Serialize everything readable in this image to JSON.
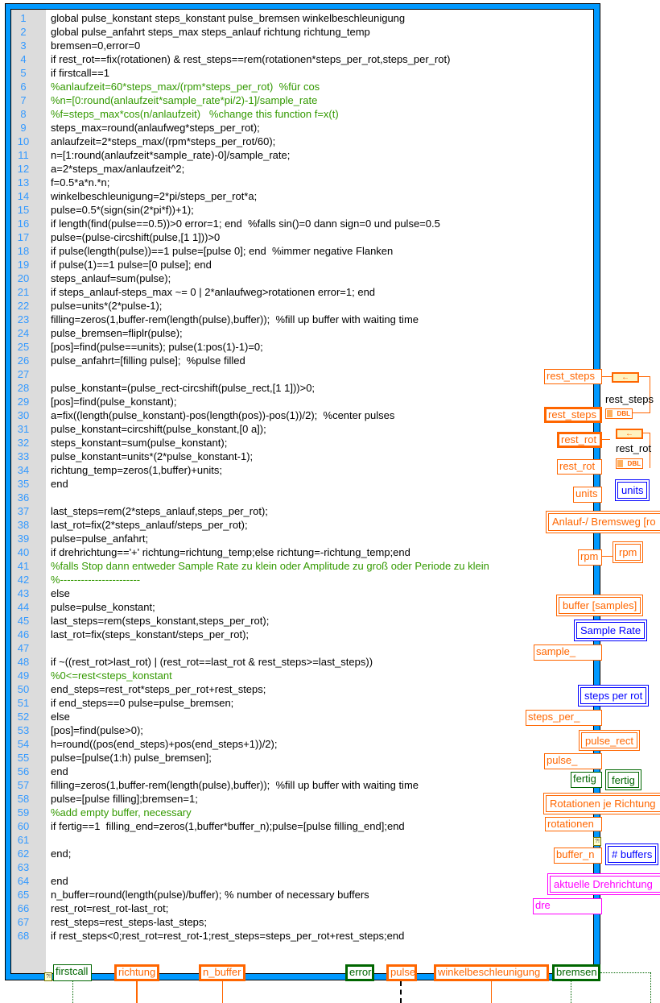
{
  "code_lines": [
    "global pulse_konstant steps_konstant pulse_bremsen winkelbeschleunigung",
    "global pulse_anfahrt steps_max steps_anlauf richtung richtung_temp",
    "bremsen=0,error=0",
    "if rest_rot==fix(rotationen) & rest_steps==rem(rotationen*steps_per_rot,steps_per_rot)",
    "if firstcall==1",
    "%anlaufzeit=60*steps_max/(rpm*steps_per_rot)  %für cos",
    "%n=[0:round(anlaufzeit*sample_rate*pi/2)-1]/sample_rate",
    "%f=steps_max*cos(n/anlaufzeit)   %change this function f=x(t)",
    "steps_max=round(anlaufweg*steps_per_rot);",
    "anlaufzeit=2*steps_max/(rpm*steps_per_rot/60);",
    "n=[1:round(anlaufzeit*sample_rate)-0]/sample_rate;",
    "a=2*steps_max/anlaufzeit^2;",
    "f=0.5*a*n.*n;",
    "winkelbeschleunigung=2*pi/steps_per_rot*a;",
    "pulse=0.5*(sign(sin(2*pi*f))+1);",
    "if length(find(pulse==0.5))>0 error=1; end  %falls sin()=0 dann sign=0 und pulse=0.5",
    "pulse=(pulse-circshift(pulse,[1 1]))>0",
    "if pulse(length(pulse))==1 pulse=[pulse 0]; end  %immer negative Flanken",
    "if pulse(1)==1 pulse=[0 pulse]; end",
    "steps_anlauf=sum(pulse);",
    "if steps_anlauf-steps_max ~= 0 | 2*anlaufweg>rotationen error=1; end",
    "pulse=units*(2*pulse-1);",
    "filling=zeros(1,buffer-rem(length(pulse),buffer));  %fill up buffer with waiting time",
    "pulse_bremsen=fliplr(pulse);",
    "[pos]=find(pulse==units); pulse(1:pos(1)-1)=0;",
    "pulse_anfahrt=[filling pulse];  %pulse filled",
    "",
    "pulse_konstant=(pulse_rect-circshift(pulse_rect,[1 1]))>0;",
    "[pos]=find(pulse_konstant);",
    "a=fix((length(pulse_konstant)-pos(length(pos))-pos(1))/2);  %center pulses",
    "pulse_konstant=circshift(pulse_konstant,[0 a]);",
    "steps_konstant=sum(pulse_konstant);",
    "pulse_konstant=units*(2*pulse_konstant-1);",
    "richtung_temp=zeros(1,buffer)+units;",
    "end",
    "",
    "last_steps=rem(2*steps_anlauf,steps_per_rot);",
    "last_rot=fix(2*steps_anlauf/steps_per_rot);",
    "pulse=pulse_anfahrt;",
    "if drehrichtung=='+' richtung=richtung_temp;else richtung=-richtung_temp;end",
    "%falls Stop dann entweder Sample Rate zu klein oder Amplitude zu groß oder Periode zu klein",
    "%-----------------------",
    "else",
    "pulse=pulse_konstant;",
    "last_steps=rem(steps_konstant,steps_per_rot);",
    "last_rot=fix(steps_konstant/steps_per_rot);",
    "",
    "if ~((rest_rot>last_rot) | (rest_rot==last_rot & rest_steps>=last_steps))",
    "%0<=rest<steps_konstant",
    "end_steps=rest_rot*steps_per_rot+rest_steps;",
    "if end_steps==0 pulse=pulse_bremsen;",
    "else",
    "[pos]=find(pulse>0);",
    "h=round((pos(end_steps)+pos(end_steps+1))/2);",
    "pulse=[pulse(1:h) pulse_bremsen];",
    "end",
    "filling=zeros(1,buffer-rem(length(pulse),buffer));  %fill up buffer with waiting time",
    "pulse=[pulse filling];bremsen=1;",
    "%add empty buffer, necessary",
    "if fertig==1  filling_end=zeros(1,buffer*buffer_n);pulse=[pulse filling_end];end",
    "",
    "end;",
    "",
    "end",
    "n_buffer=round(length(pulse)/buffer); % number of necessary buffers",
    "rest_rot=rest_rot-last_rot;",
    "rest_steps=rest_steps-last_steps;",
    "if rest_steps<0;rest_rot=rest_rot-1;rest_steps=steps_per_rot+rest_steps;end"
  ],
  "right_terminals": {
    "rest_steps_in": "rest_steps",
    "rest_steps_label": "rest_steps",
    "rest_steps_out": "rest_steps",
    "rest_steps_dbl": "DBL",
    "rest_rot_in": "rest_rot",
    "rest_rot_label": "rest_rot",
    "rest_rot_out": "rest_rot",
    "rest_rot_dbl": "DBL",
    "units_in": "units",
    "units_ctl": "units",
    "anlaufweg_ctl": "Anlauf-/ Bremsweg [ro",
    "rpm_in": "rpm",
    "rpm_ctl": "rpm",
    "buffer_ctl": "buffer [samples]",
    "sample_in": "sample_",
    "sample_ctl": "Sample Rate",
    "steps_in": "steps_per_",
    "steps_ctl": "steps per rot",
    "pulse_in": "pulse_",
    "pulse_ctl": "pulse_rect",
    "fertig_in": "fertig",
    "fertig_ctl": "fertig",
    "rotationen_in": "rotationen",
    "rotationen_ctl": "Rotationen je Richtung",
    "buffer_n_in": "buffer_n",
    "buffers_ctl": "# buffers",
    "dre_in": "dre",
    "dreh_ctl": "aktuelle Drehrichtung"
  },
  "bottom_terminals": {
    "firstcall": "firstcall",
    "richtung": "richtung",
    "n_buffer": "n_buffer",
    "error": "error",
    "pulse": "pulse",
    "winkelbeschleunigung": "winkelbeschleunigung",
    "bremsen": "bremsen"
  },
  "colors": {
    "frame": "#0099ff",
    "keyword": "#0000ff",
    "number": "#009999",
    "comment": "#339900",
    "global": "#cc0066",
    "wire_orange": "#ff6600"
  }
}
